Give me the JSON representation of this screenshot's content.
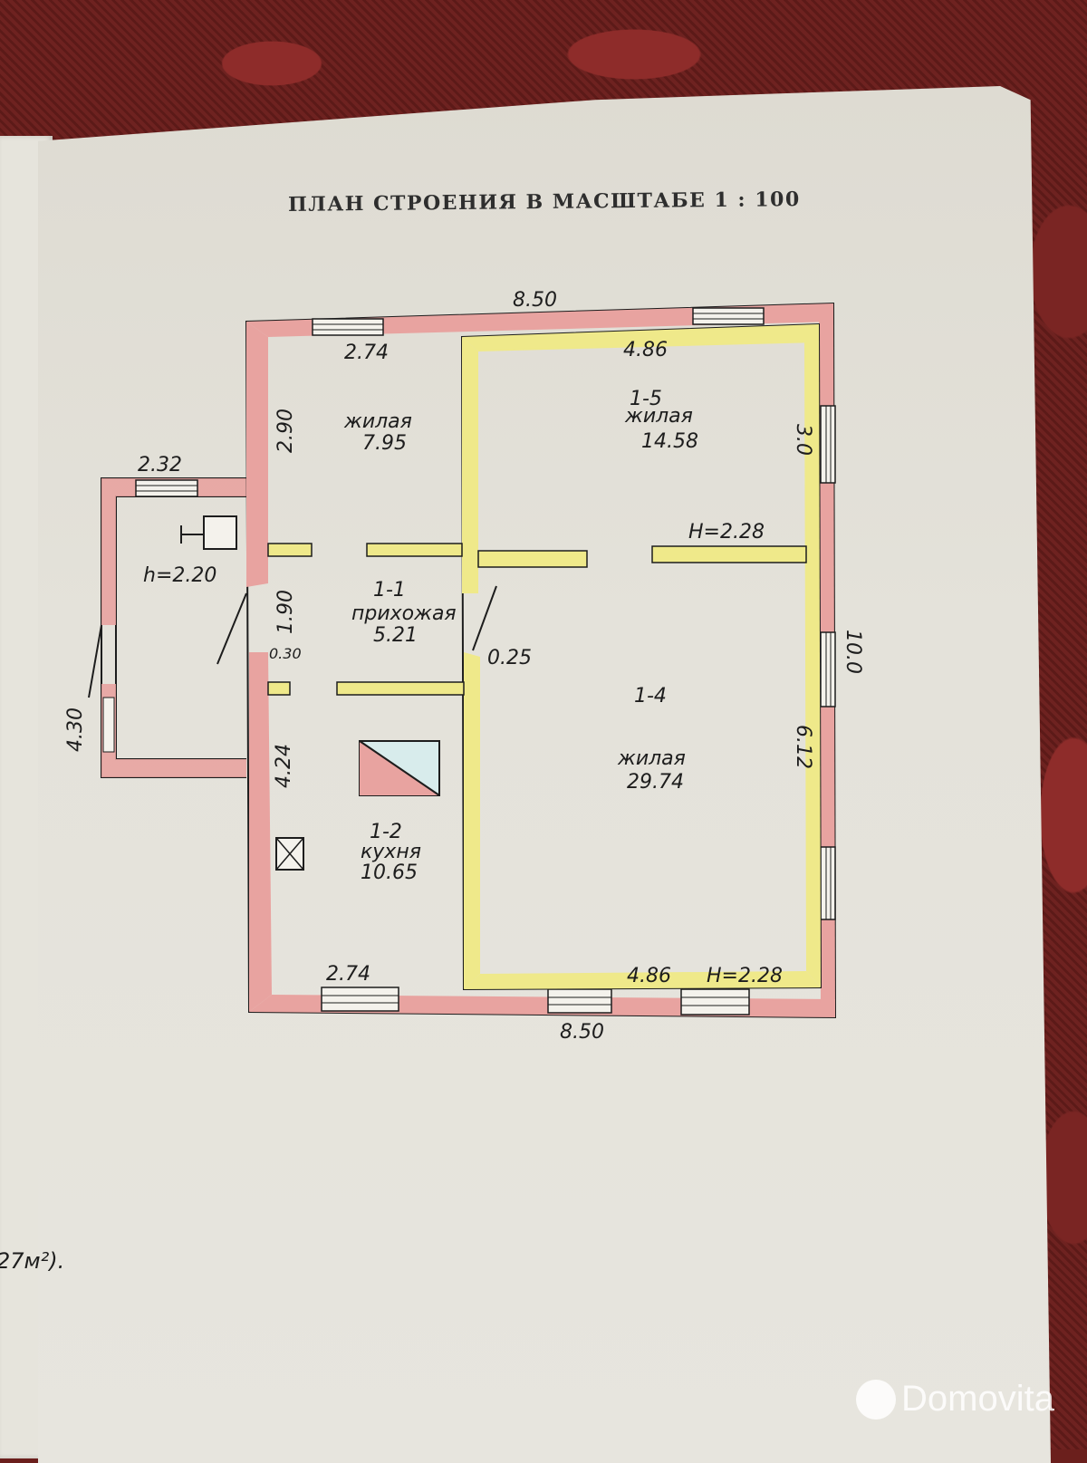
{
  "title": "ПЛАН СТРОЕНИЯ В МАСШТАБЕ 1 : 100",
  "dimensions": {
    "top_total": "8.50",
    "bottom_total": "8.50",
    "top_left_room": "2.74",
    "top_right_room": "4.86",
    "bottom_left_room": "2.74",
    "bottom_right_room": "4.86",
    "left_upper_height": "2.90",
    "right_upper_height": "3.0",
    "right_total_height": "10.0",
    "right_lower_height": "6.12",
    "kitchen_height": "4.24",
    "hall_width": "1.90",
    "porch_width": "2.32",
    "porch_height": "4.30",
    "wall_thickness_a": "0.30",
    "wall_thickness_b": "0.25"
  },
  "rooms": [
    {
      "code": "",
      "name": "жилая",
      "area": "7.95"
    },
    {
      "code": "1-5",
      "name": "жилая",
      "area": "14.58"
    },
    {
      "code": "1-1",
      "name": "прихожая",
      "area": "5.21"
    },
    {
      "code": "1-4",
      "name": "жилая",
      "area": "29.74"
    },
    {
      "code": "1-2",
      "name": "кухня",
      "area": "10.65"
    }
  ],
  "ceiling_heights": {
    "porch": "h=2.20",
    "main_mid": "H=2.28",
    "main_bottom": "H=2.28"
  },
  "edge_note": "27м²).",
  "watermark": "Domovita",
  "colors": {
    "outer_wall": "#e8a3a0",
    "inner_wall": "#efe98a",
    "ink": "#1d1d1d"
  }
}
